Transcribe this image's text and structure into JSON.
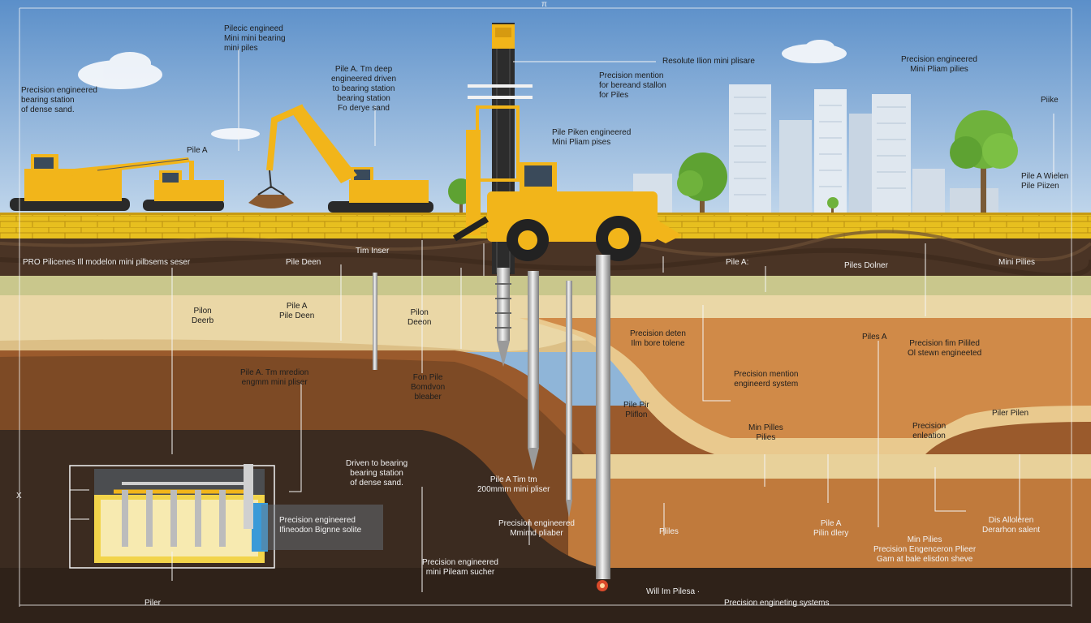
{
  "colors": {
    "sky_top": "#5b8fc9",
    "sky_bottom": "#c9dcee",
    "wall": "#e7bf1f",
    "topsoil": "#4a3425",
    "sand": "#ead7a6",
    "clay": "#c98a4c",
    "deep_soil": "#3b2b20",
    "machine_yellow": "#f2b51a",
    "pile_steel": "#c9c9c9"
  },
  "labels": {
    "top_marker": "π",
    "sky_left_1": [
      "Precision engineered",
      "bearing station",
      "of dense sand."
    ],
    "sky_left_2": [
      "Pilecic engineed",
      "Mini mini bearing",
      "mini piles"
    ],
    "sky_left_3": "Pile A",
    "sky_mid_1": [
      "Pile A. Tm deep",
      "engineered driven",
      "to bearing station",
      "bearing station",
      "Fo derye sand"
    ],
    "sky_mid_2": [
      "Precision mention",
      "for bereand stallon",
      "for Piles"
    ],
    "sky_mid_3": "Resolute Ilion mini plisare",
    "sky_mid_4": [
      "Pile Piken engineered",
      "Mini Pliam pises"
    ],
    "sky_right_1": [
      "Precision engineered",
      "Mini Pliam pilies"
    ],
    "sky_right_2": "Piike",
    "sky_right_3": [
      "Pile A Wielen",
      "Pile Piizen"
    ],
    "ground_1": "PRO Pilicenes Ill modelon mini pilbsems seser",
    "ground_2": "Pile Deen",
    "ground_3": "Tim Inser",
    "ground_4": "Pile A:",
    "ground_5": "Piles Dolner",
    "ground_6": "Mini Pilies",
    "sand_1": [
      "Pilon",
      "Deerb"
    ],
    "sand_2": [
      "Pile A",
      "Pile Deen"
    ],
    "sand_3": [
      "Pilon",
      "Deeon"
    ],
    "sand_4": [
      "Precision deten",
      "Ilm bore tolene"
    ],
    "sand_5": "Piles A",
    "sand_6": [
      "Precision fim Pililed",
      "Ol stewn engineeted"
    ],
    "clay_1": [
      "Pile A. Tm mredion",
      "engmm mini pliser"
    ],
    "clay_2": [
      "Fon Pile",
      "Bomdvon",
      "bleaber"
    ],
    "clay_3": [
      "Precision mention",
      "engineerd system"
    ],
    "clay_4": [
      "Pile Pir",
      "Pliflon"
    ],
    "clay_5": [
      "Min Pilles",
      "Pilies"
    ],
    "clay_6": [
      "Precision",
      "enleation"
    ],
    "clay_7": "Piler Pilen",
    "deep_1": [
      "Driven to bearing",
      "bearing station",
      "of dense sand."
    ],
    "deep_2": [
      "Pile A Tim tm",
      "200mmm mini pliser"
    ],
    "deep_3": [
      "Precision engineered",
      "Mmimd pliaber"
    ],
    "deep_4": "Pliles",
    "deep_5": [
      "Pile A",
      "Pilin dlery"
    ],
    "deep_6": [
      "Min Pilies",
      "Precision Engenceron Plieer",
      "Gam at bale elisdon sheve"
    ],
    "deep_7": [
      "Dis Alloleren",
      "Derarhon salent"
    ],
    "deep_8": [
      "Precision engineered",
      "mini Pileam sucher"
    ],
    "box_label": [
      "Precision engineered",
      "Ifineodon Bignne solite"
    ],
    "bottom_1": "Piler",
    "bottom_2": "Will Im Pilesa ·",
    "bottom_3": "Precision engineting systems",
    "side_marker": "X"
  }
}
